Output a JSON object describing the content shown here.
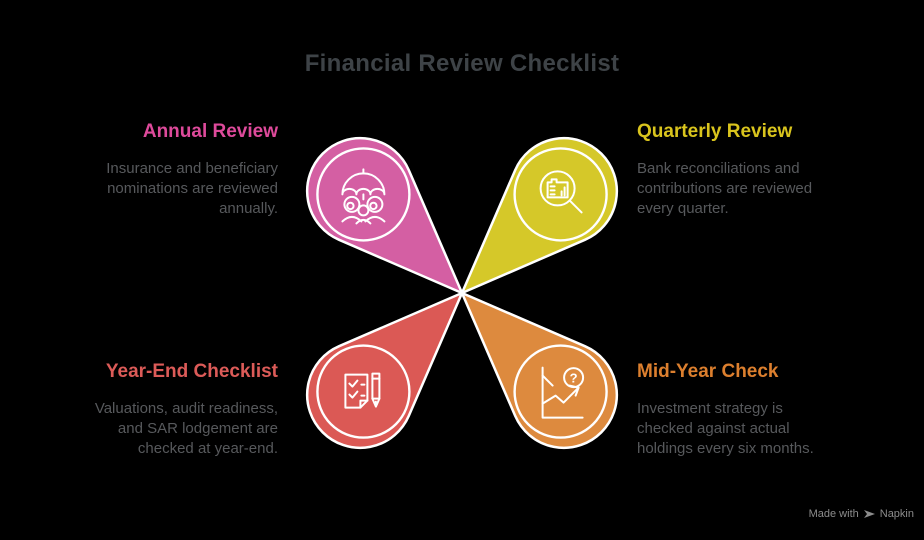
{
  "title": "Financial Review Checklist",
  "colors": {
    "background": "#000000",
    "title_text": "#3e4347",
    "body_text": "#57595c",
    "outline_white": "#ffffff",
    "watermark_text": "#8c8c8c"
  },
  "petals": {
    "annual": {
      "position": "top-left",
      "heading": "Annual Review",
      "description": "Insurance and beneficiary nominations are reviewed annually.",
      "petal_color": "#d45fa3",
      "heading_color": "#de4a9b",
      "icon": "umbrella-family-icon"
    },
    "quarterly": {
      "position": "top-right",
      "heading": "Quarterly Review",
      "description": "Bank reconciliations and contributions are reviewed every quarter.",
      "petal_color": "#d5c829",
      "heading_color": "#d9c41d",
      "icon": "ledger-magnifier-icon"
    },
    "yearend": {
      "position": "bottom-left",
      "heading": "Year-End Checklist",
      "description": "Valuations, audit readiness, and SAR lodgement are checked at year-end.",
      "petal_color": "#db5955",
      "heading_color": "#dc5b58",
      "icon": "checklist-pen-icon"
    },
    "midyear": {
      "position": "bottom-right",
      "heading": "Mid-Year Check",
      "description": "Investment strategy is checked against actual holdings every six months.",
      "petal_color": "#dd8a3e",
      "heading_color": "#dc7f2e",
      "icon": "chart-question-icon"
    }
  },
  "watermark": {
    "prefix": "Made with",
    "brand": "Napkin"
  }
}
